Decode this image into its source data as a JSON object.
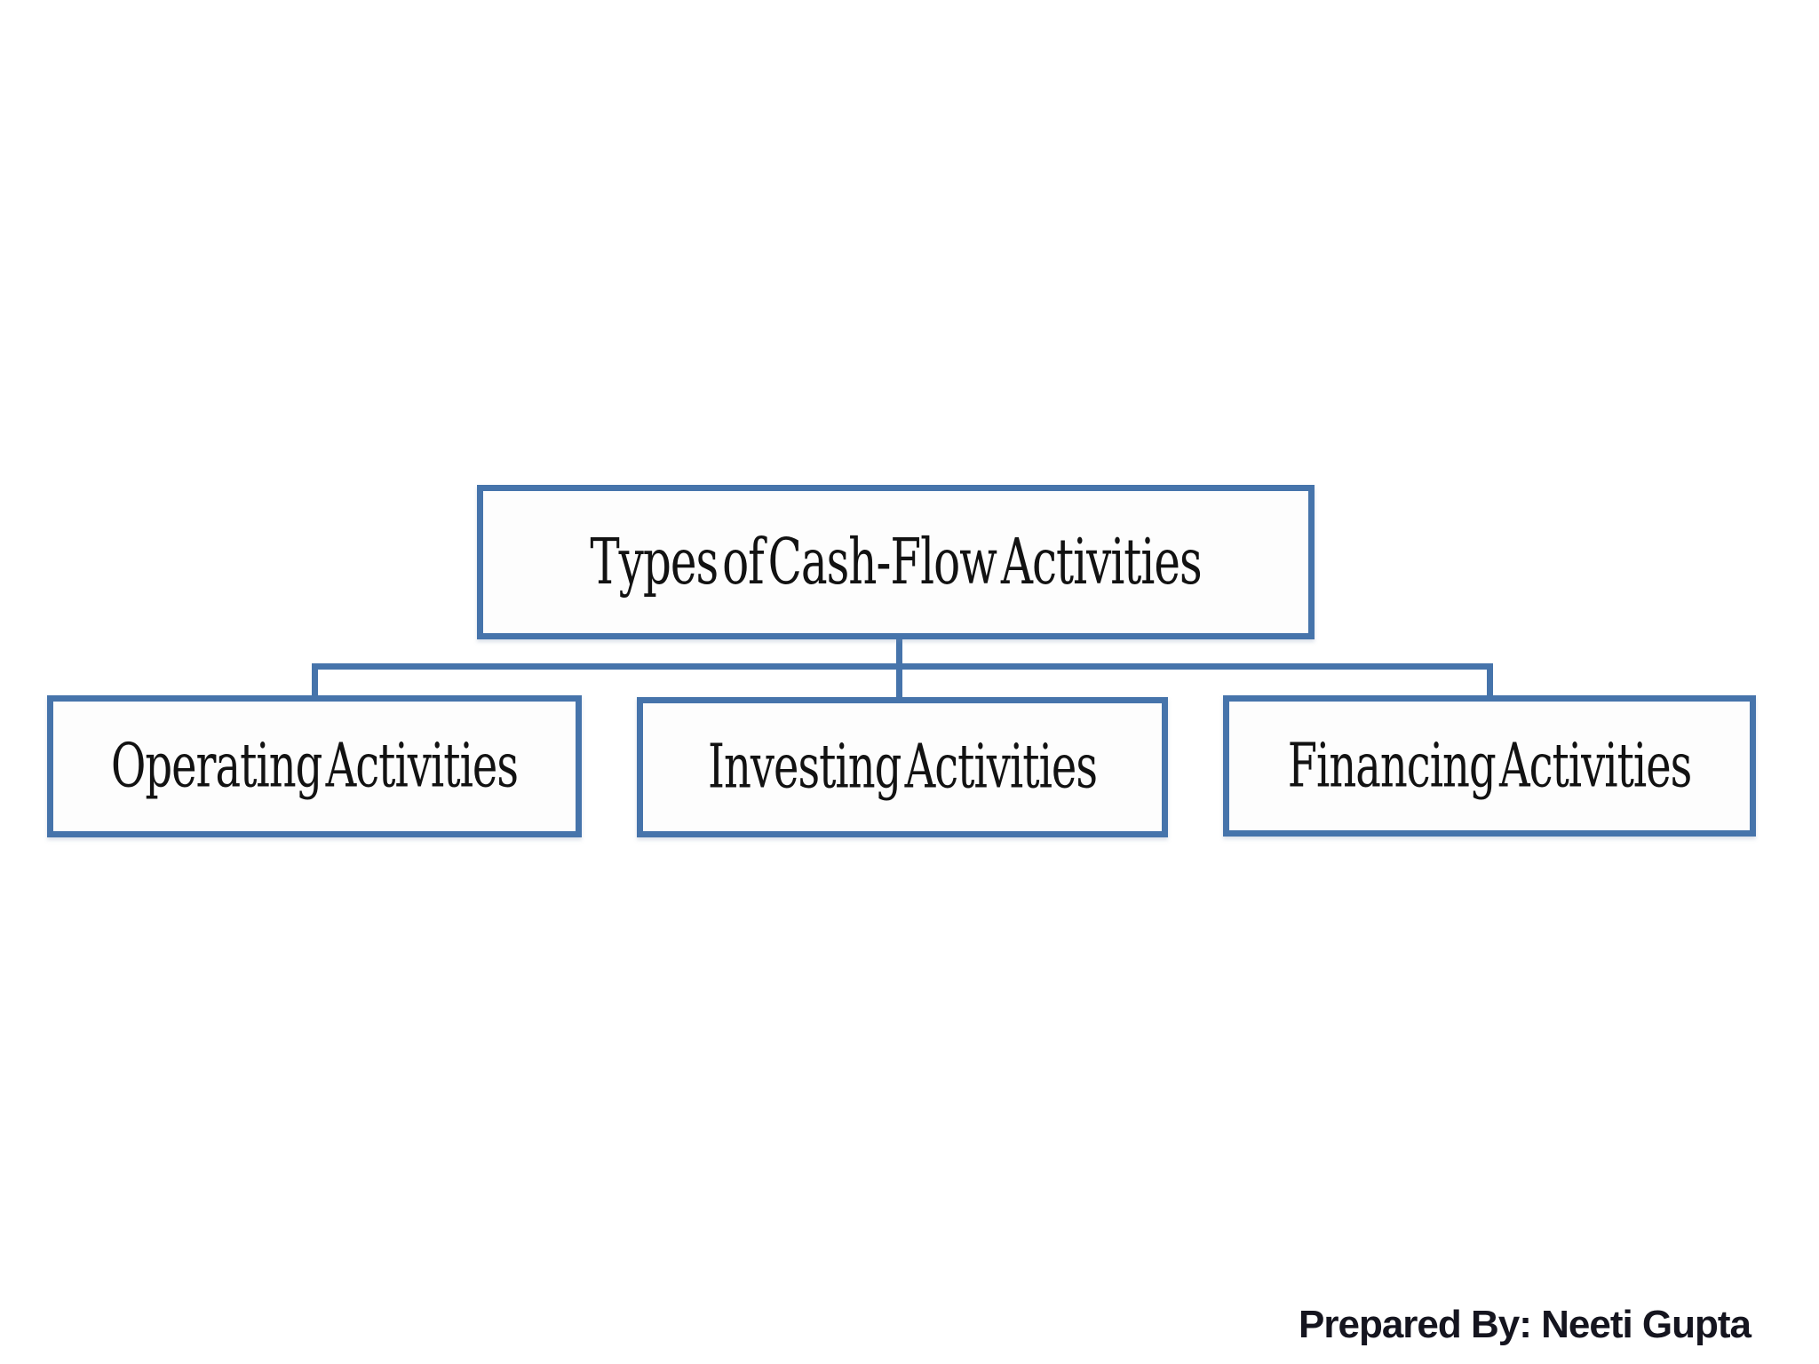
{
  "colors": {
    "accent": "#4674ab",
    "box_bg": "#fdfdfd",
    "label_text": "#121212",
    "footer_text": "#15151f",
    "background": "#ffffff"
  },
  "diagram": {
    "type": "org-chart",
    "root": {
      "label": "Types of Cash-Flow Activities"
    },
    "children": [
      {
        "label": "Operating Activities"
      },
      {
        "label": "Investing Activities"
      },
      {
        "label": "Financing Activities"
      }
    ]
  },
  "footer": {
    "credit": "Prepared By: Neeti Gupta"
  }
}
